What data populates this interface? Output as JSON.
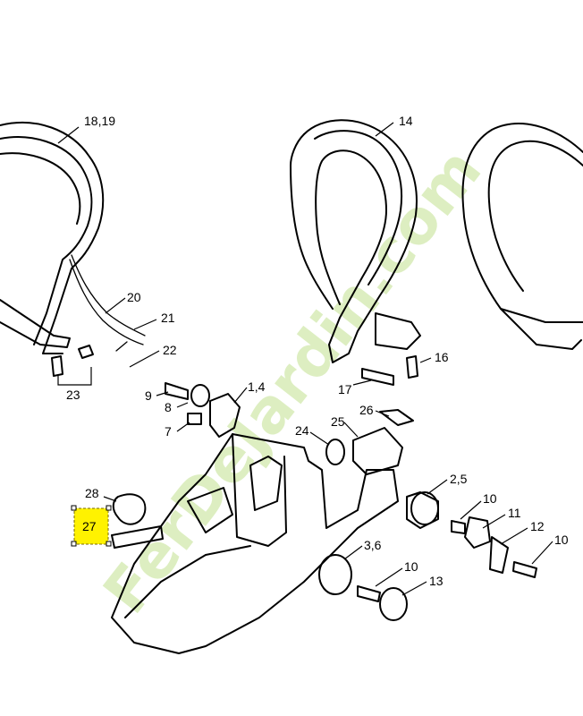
{
  "watermark": "FerDeJardin.com",
  "highlight": {
    "label": "27",
    "color": "#fff200"
  },
  "callouts": [
    {
      "id": "c1819",
      "text": "18,19"
    },
    {
      "id": "c14",
      "text": "14"
    },
    {
      "id": "c20",
      "text": "20"
    },
    {
      "id": "c21",
      "text": "21"
    },
    {
      "id": "c22",
      "text": "22"
    },
    {
      "id": "c23",
      "text": "23"
    },
    {
      "id": "c16",
      "text": "16"
    },
    {
      "id": "c17",
      "text": "17"
    },
    {
      "id": "c9",
      "text": "9"
    },
    {
      "id": "c14b",
      "text": "1,4"
    },
    {
      "id": "c8",
      "text": "8"
    },
    {
      "id": "c7",
      "text": "7"
    },
    {
      "id": "c26",
      "text": "26"
    },
    {
      "id": "c24",
      "text": "24"
    },
    {
      "id": "c25",
      "text": "25"
    },
    {
      "id": "c25b",
      "text": "2,5"
    },
    {
      "id": "c28",
      "text": "28"
    },
    {
      "id": "c10a",
      "text": "10"
    },
    {
      "id": "c11",
      "text": "11"
    },
    {
      "id": "c12",
      "text": "12"
    },
    {
      "id": "c10b",
      "text": "10"
    },
    {
      "id": "c36",
      "text": "3,6"
    },
    {
      "id": "c10c",
      "text": "10"
    },
    {
      "id": "c13",
      "text": "13"
    }
  ]
}
